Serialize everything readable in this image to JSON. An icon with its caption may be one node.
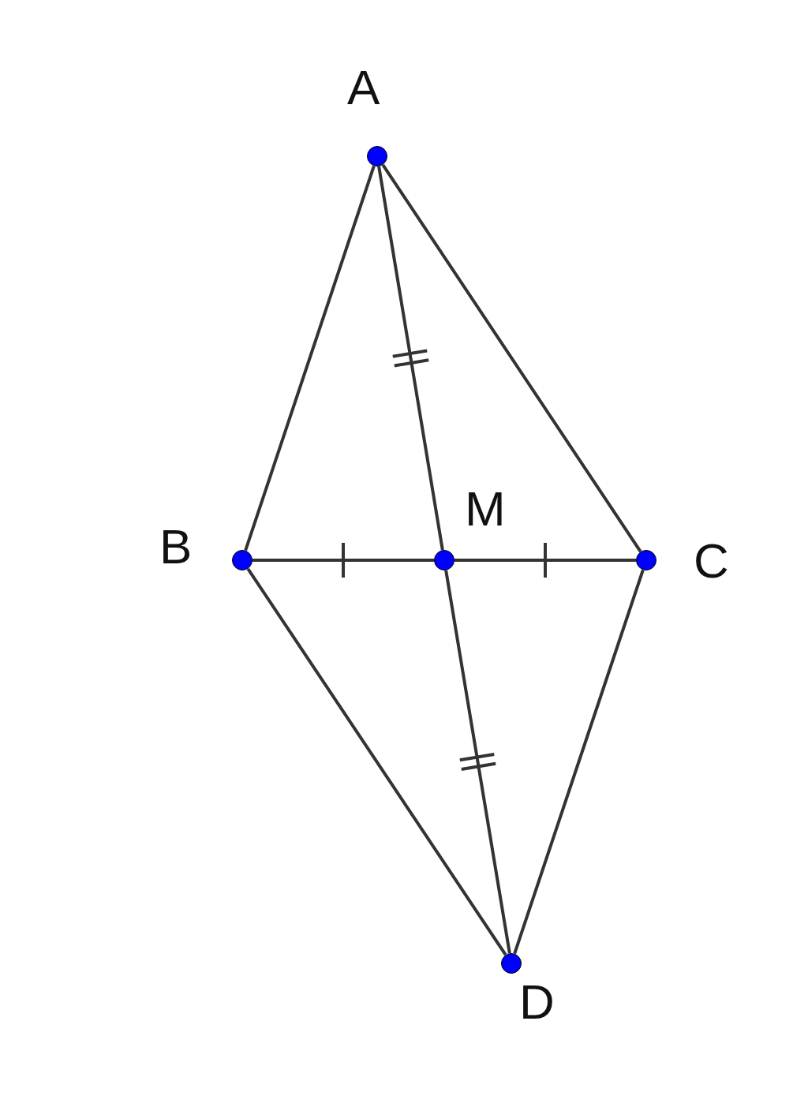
{
  "diagram": {
    "nodes": [
      {
        "text": [],
        "shape": "circle",
        "beside": [
          "A"
        ]
      },
      {
        "text": [],
        "shape": "circle",
        "beside": [
          "B"
        ]
      },
      {
        "text": [],
        "shape": "circle",
        "beside": [
          "M"
        ]
      },
      {
        "text": [],
        "shape": "circle",
        "beside": [
          "C"
        ]
      },
      {
        "text": [],
        "shape": "circle",
        "beside": [
          "D"
        ]
      }
    ],
    "edges": [
      {
        "from": 0,
        "to": 1,
        "arrow": "none"
      },
      {
        "from": 0,
        "to": 3,
        "arrow": "none"
      },
      {
        "from": 0,
        "to": 2,
        "arrow": "none"
      },
      {
        "from": 2,
        "to": 4,
        "arrow": "none"
      },
      {
        "from": 1,
        "to": 2,
        "arrow": "none"
      },
      {
        "from": 2,
        "to": 3,
        "arrow": "none"
      },
      {
        "from": 1,
        "to": 4,
        "arrow": "none"
      },
      {
        "from": 3,
        "to": 4,
        "arrow": "none"
      }
    ]
  }
}
